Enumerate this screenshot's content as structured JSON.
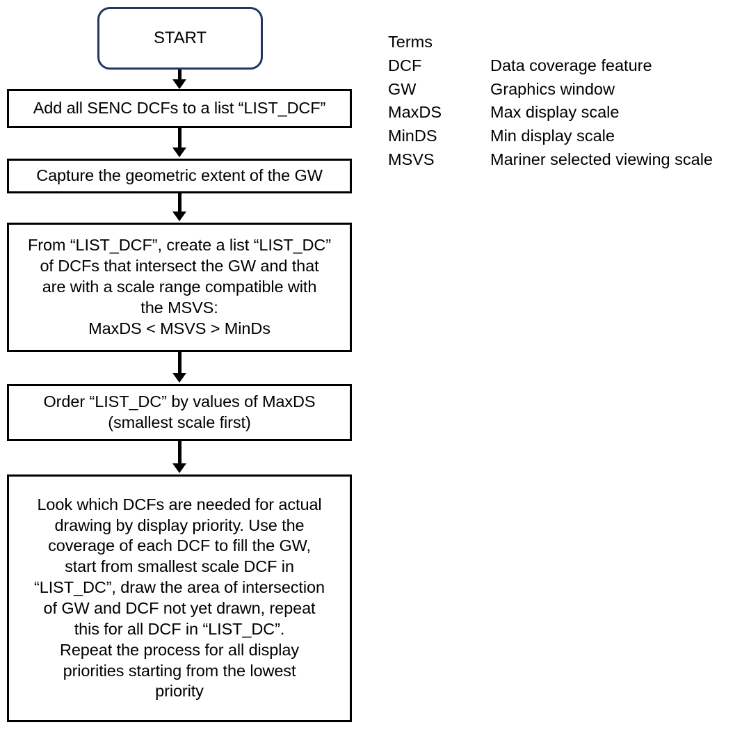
{
  "flowchart": {
    "nodes": [
      {
        "id": "start",
        "shape": "terminator",
        "label": "START",
        "border_color": "#1F3864"
      },
      {
        "id": "p1",
        "shape": "process",
        "label": "Add all SENC DCFs to a list “LIST_DCF”",
        "border_color": "#000000"
      },
      {
        "id": "p2",
        "shape": "process",
        "label": "Capture the geometric extent of the GW",
        "border_color": "#000000"
      },
      {
        "id": "p3",
        "shape": "process",
        "label": "From “LIST_DCF”, create a list “LIST_DC”\nof DCFs that intersect the GW and that\nare with a scale range compatible with\nthe MSVS:\nMaxDS < MSVS > MinDs",
        "border_color": "#000000"
      },
      {
        "id": "p4",
        "shape": "process",
        "label": "Order “LIST_DC” by values of MaxDS\n(smallest scale first)",
        "border_color": "#000000"
      },
      {
        "id": "p5",
        "shape": "process",
        "label": "Look which DCFs are needed for actual\ndrawing by display priority. Use the\ncoverage of each DCF to fill the GW,\nstart from smallest scale DCF in\n“LIST_DC”, draw the area of intersection\nof GW and DCF not yet drawn, repeat\nthis for all DCF in “LIST_DC”.\nRepeat the process for all display\npriorities starting from the lowest\npriority",
        "border_color": "#000000"
      }
    ],
    "connectors": [
      {
        "id": "c1",
        "from": "start",
        "to": "p1",
        "icon": "arrow-down-icon"
      },
      {
        "id": "c2",
        "from": "p1",
        "to": "p2",
        "icon": "arrow-down-icon"
      },
      {
        "id": "c3",
        "from": "p2",
        "to": "p3",
        "icon": "arrow-down-icon"
      },
      {
        "id": "c4",
        "from": "p3",
        "to": "p4",
        "icon": "arrow-down-icon"
      },
      {
        "id": "c5",
        "from": "p4",
        "to": "p5",
        "icon": "arrow-down-icon"
      }
    ]
  },
  "terms": {
    "title": "Terms",
    "entries": [
      {
        "abbr": "DCF",
        "definition": "Data coverage feature"
      },
      {
        "abbr": "GW",
        "definition": "Graphics window"
      },
      {
        "abbr": "MaxDS",
        "definition": "Max display scale"
      },
      {
        "abbr": "MinDS",
        "definition": "Min display scale"
      },
      {
        "abbr": "MSVS",
        "definition": "Mariner selected viewing scale"
      }
    ]
  }
}
